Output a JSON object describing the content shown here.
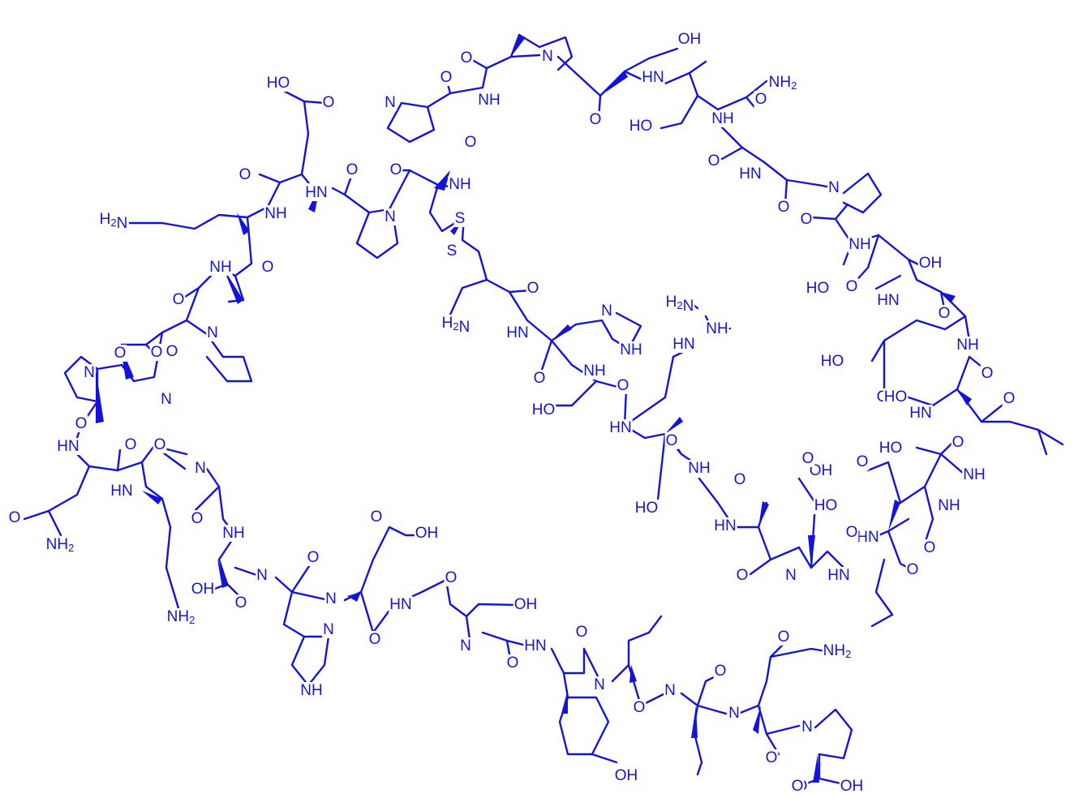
{
  "colors": {
    "structure": "#1414d8",
    "background": "#ffffff"
  },
  "labels": [
    {
      "id": "oh-ser-top",
      "text": "OH"
    },
    {
      "id": "hn-ser-top",
      "text": "HN"
    },
    {
      "id": "n-pro-top",
      "text": "N"
    },
    {
      "id": "nh-gly-top",
      "text": "NH"
    },
    {
      "id": "o-gly-top",
      "text": "O"
    },
    {
      "id": "o-pro-top",
      "text": "O"
    },
    {
      "id": "o-ser-top",
      "text": "O"
    },
    {
      "id": "nh2-asn-top",
      "text": "NH2"
    },
    {
      "id": "o-asn-side",
      "text": "O"
    },
    {
      "id": "ho-ser-2",
      "text": "HO"
    },
    {
      "id": "nh-ser-2",
      "text": "NH"
    },
    {
      "id": "o-ser-2",
      "text": "O"
    },
    {
      "id": "hn-asn",
      "text": "HN"
    },
    {
      "id": "o-asn",
      "text": "O"
    },
    {
      "id": "n-pro-r1",
      "text": "N"
    },
    {
      "id": "o-pro-r1",
      "text": "O"
    },
    {
      "id": "nh-ser-r1",
      "text": "NH"
    },
    {
      "id": "oh-ser-r2",
      "text": "OH"
    },
    {
      "id": "ho-ser-r1",
      "text": "HO"
    },
    {
      "id": "o-ser-r1",
      "text": "O"
    },
    {
      "id": "hn-glu-r",
      "text": "HN"
    },
    {
      "id": "o-glu-r",
      "text": "O"
    },
    {
      "id": "nh-glu-r",
      "text": "NH"
    },
    {
      "id": "ho-glu-r",
      "text": "HO"
    },
    {
      "id": "o-glu-r-side",
      "text": "O"
    },
    {
      "id": "o-ser-r3",
      "text": "O"
    },
    {
      "id": "ho-ser-r3",
      "text": "HO"
    },
    {
      "id": "hn-ser-r3",
      "text": "HN"
    },
    {
      "id": "o-leu-r",
      "text": "O"
    },
    {
      "id": "ho-ser-r4",
      "text": "HO"
    },
    {
      "id": "o-ser-r4",
      "text": "O"
    },
    {
      "id": "nh-leu-r",
      "text": "NH"
    },
    {
      "id": "oh-asp-1",
      "text": "OH"
    },
    {
      "id": "o-asp-1",
      "text": "O"
    },
    {
      "id": "ho-asp-2",
      "text": "HO"
    },
    {
      "id": "nh-asp-2",
      "text": "NH"
    },
    {
      "id": "o-asp-2",
      "text": "O"
    },
    {
      "id": "hn-asp-2",
      "text": "HN"
    },
    {
      "id": "o-asp-2b",
      "text": "O"
    },
    {
      "id": "o-val",
      "text": "O"
    },
    {
      "id": "hn-val",
      "text": "HN"
    },
    {
      "id": "o-asp-1b",
      "text": "O"
    },
    {
      "id": "hn-asp-1",
      "text": "N"
    },
    {
      "id": "o-ala-r",
      "text": "O"
    },
    {
      "id": "hn-ala-r",
      "text": "HN"
    },
    {
      "id": "o-ser-c",
      "text": "O"
    },
    {
      "id": "nh-ser-c",
      "text": "NH"
    },
    {
      "id": "ho-ser-c",
      "text": "HO"
    },
    {
      "id": "o-arg",
      "text": "O"
    },
    {
      "id": "hn-arg",
      "text": "HN"
    },
    {
      "id": "o-ser-c2",
      "text": "O"
    },
    {
      "id": "ho-ser-c2",
      "text": "HO"
    },
    {
      "id": "nh-ser-c2",
      "text": "NH"
    },
    {
      "id": "o-his-c",
      "text": "O"
    },
    {
      "id": "hn-his-c",
      "text": "HN"
    },
    {
      "id": "o-cys-2",
      "text": "O"
    },
    {
      "id": "h2n-cys-2",
      "text": "H2N"
    },
    {
      "id": "n-his-ring",
      "text": "N"
    },
    {
      "id": "nh-his-ring",
      "text": "NH"
    },
    {
      "id": "h2n-arg",
      "text": "H2N"
    },
    {
      "id": "nh-arg",
      "text": "NH"
    },
    {
      "id": "hn-arg-side",
      "text": "HN"
    },
    {
      "id": "s-1",
      "text": "S"
    },
    {
      "id": "s-2",
      "text": "S"
    },
    {
      "id": "nh-cys-1",
      "text": "NH"
    },
    {
      "id": "o-cys-1",
      "text": "O"
    },
    {
      "id": "n-pro-c",
      "text": "N"
    },
    {
      "id": "o-pro-c",
      "text": "O"
    },
    {
      "id": "hn-pro-c",
      "text": "HN"
    },
    {
      "id": "o-pro-c2",
      "text": "O"
    },
    {
      "id": "n-pro-m",
      "text": "N"
    },
    {
      "id": "o-pro-m",
      "text": "O"
    },
    {
      "id": "o-glu-l",
      "text": "O"
    },
    {
      "id": "ho-glu-l",
      "text": "HO"
    },
    {
      "id": "o-glu-l2",
      "text": "O"
    },
    {
      "id": "hn-glu-l",
      "text": "HN"
    },
    {
      "id": "nh-lys-l",
      "text": "NH"
    },
    {
      "id": "o-lys-l",
      "text": "O"
    },
    {
      "id": "h2n-lys-l",
      "text": "H2N"
    },
    {
      "id": "nh-ala-l",
      "text": "NH"
    },
    {
      "id": "o-ala-l",
      "text": "O"
    },
    {
      "id": "o-ala-l2",
      "text": "O"
    },
    {
      "id": "n-pro-l1",
      "text": "N"
    },
    {
      "id": "o-pro-l1",
      "text": "O"
    },
    {
      "id": "o-pro-l2",
      "text": "O"
    },
    {
      "id": "n-pro-l2",
      "text": "N"
    },
    {
      "id": "n-pro-l3",
      "text": "N"
    },
    {
      "id": "o-pro-l3",
      "text": "O"
    },
    {
      "id": "hn-gln-l",
      "text": "HN"
    },
    {
      "id": "o-gln-l",
      "text": "O"
    },
    {
      "id": "hn-lys-b",
      "text": "HN"
    },
    {
      "id": "o-lys-b",
      "text": "O"
    },
    {
      "id": "n-pro-b",
      "text": "N"
    },
    {
      "id": "o-gln-side",
      "text": "O"
    },
    {
      "id": "nh2-gln-side",
      "text": "NH2"
    },
    {
      "id": "nh2-lys-b",
      "text": "NH2"
    },
    {
      "id": "o-pro-b",
      "text": "O"
    },
    {
      "id": "nh-ser-b",
      "text": "NH"
    },
    {
      "id": "oh-ser-b",
      "text": "OH"
    },
    {
      "id": "o-ser-b",
      "text": "O"
    },
    {
      "id": "hn-his-b",
      "text": "N"
    },
    {
      "id": "o-his-b",
      "text": "O"
    },
    {
      "id": "n-his-b-ring",
      "text": "N"
    },
    {
      "id": "nh-his-b-ring",
      "text": "NH"
    },
    {
      "id": "n-glu-b",
      "text": "N"
    },
    {
      "id": "o-glu-b",
      "text": "O"
    },
    {
      "id": "oh-glu-b",
      "text": "OH"
    },
    {
      "id": "o-glu-b2",
      "text": "O"
    },
    {
      "id": "hn-gly-b",
      "text": "HN"
    },
    {
      "id": "o-gly-b",
      "text": "O"
    },
    {
      "id": "oh-ser-b2",
      "text": "OH"
    },
    {
      "id": "n-ser-b2",
      "text": "N"
    },
    {
      "id": "o-ser-b2",
      "text": "O"
    },
    {
      "id": "hn-tyr",
      "text": "HN"
    },
    {
      "id": "o-tyr",
      "text": "O"
    },
    {
      "id": "oh-tyr",
      "text": "OH"
    },
    {
      "id": "n-leu-1",
      "text": "N"
    },
    {
      "id": "o-leu-1",
      "text": "O"
    },
    {
      "id": "n-leu-2",
      "text": "N"
    },
    {
      "id": "o-leu-2",
      "text": "O"
    },
    {
      "id": "n-gln-b",
      "text": "N"
    },
    {
      "id": "o-gln-b",
      "text": "O"
    },
    {
      "id": "o-gln-b-side",
      "text": "O"
    },
    {
      "id": "nh2-gln-b",
      "text": "NH2"
    },
    {
      "id": "n-pro-end",
      "text": "N"
    },
    {
      "id": "o-pro-end",
      "text": "O"
    },
    {
      "id": "o-cooh",
      "text": "O"
    },
    {
      "id": "oh-cooh",
      "text": "OH"
    }
  ]
}
